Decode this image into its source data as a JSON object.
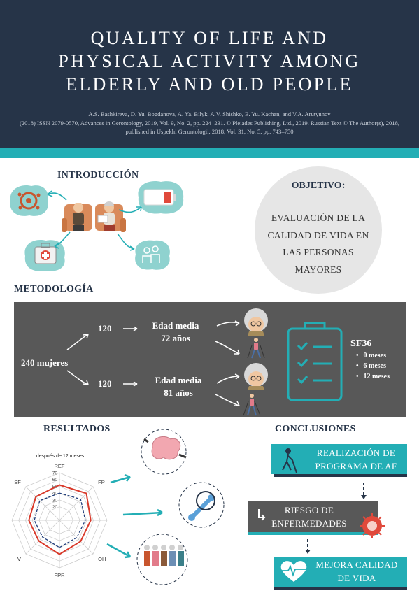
{
  "header": {
    "title_lines": [
      "QUALITY OF LIFE AND",
      "PHYSICAL ACTIVITY AMONG",
      "ELDERLY AND OLD PEOPLE"
    ],
    "authors": "A.S. Bashkireva, D. Yu. Bogdanova, A. Ya. Bilyk, A.V. Shishko, E. Yu. Kachan, and V.A. Arutyunov",
    "citation": "(2018) ISSN 2079-0570, Advances in Gerontology, 2019, Vol. 9, No. 2, pp. 224–231. © Pleiades Publishing, Ltd., 2019. Russian Text © The Author(s), 2018, published in Uspekhi Gerontologii, 2018, Vol. 31, No. 5, pp. 743–750"
  },
  "introduccion": {
    "heading": "INTRODUCCIÓN"
  },
  "objetivo": {
    "heading": "OBJETIVO:",
    "lines": [
      "EVALUACIÓN DE LA",
      "CALIDAD DE VIDA EN",
      "LAS PERSONAS",
      "MAYORES"
    ]
  },
  "metodologia": {
    "heading": "METODOLOGÍA",
    "total": "240 mujeres",
    "group1": {
      "n": "120",
      "label1": "Edad media",
      "label2": "72 años"
    },
    "group2": {
      "n": "120",
      "label1": "Edad media",
      "label2": "81 años"
    },
    "instrument": "SF36",
    "timepoints": [
      "0 meses",
      "6 meses",
      "12 meses"
    ]
  },
  "resultados": {
    "heading": "RESULTADOS",
    "chart_data": {
      "type": "radar",
      "title": "después de 12 meses",
      "axes": [
        "REF",
        "FP",
        "",
        "OH",
        "FPR",
        "V",
        "",
        "SF"
      ],
      "rlim": [
        0,
        70
      ],
      "ticks": [
        20,
        30,
        40,
        50,
        60,
        70
      ],
      "series": [
        {
          "values": [
            52,
            56,
            46,
            44,
            50,
            43,
            45,
            49
          ],
          "color": "#d93a2b",
          "style": "solid"
        },
        {
          "values": [
            40,
            44,
            38,
            36,
            40,
            35,
            37,
            41
          ],
          "color": "#1f3d7a",
          "style": "dashed"
        }
      ],
      "grid": true
    }
  },
  "conclusiones": {
    "heading": "CONCLUSIONES",
    "box1": [
      "REALIZACIÓN DE",
      "PROGRAMA DE AF"
    ],
    "box2": [
      "RIESGO DE",
      "ENFERMEDADES"
    ],
    "box3": [
      "MEJORA CALIDAD",
      "DE VIDA"
    ],
    "colors": {
      "teal": "#23aeb5",
      "dark": "#585858",
      "navy": "#263448"
    }
  }
}
